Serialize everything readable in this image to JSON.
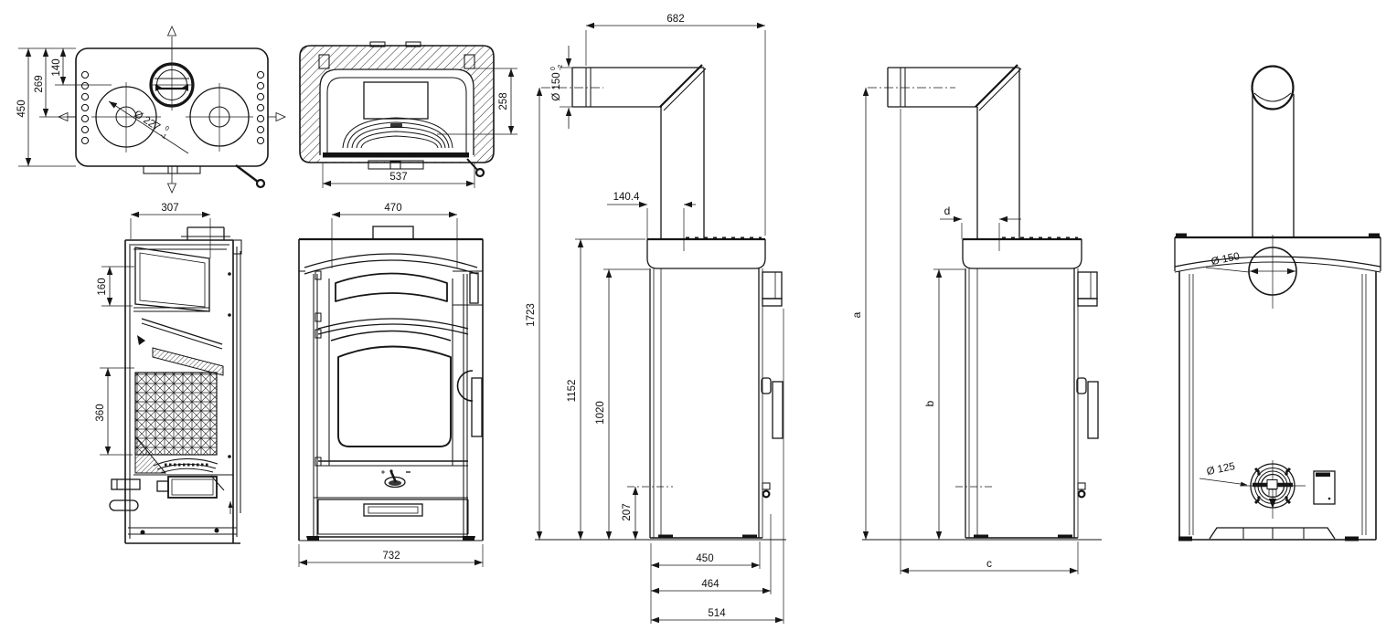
{
  "views": {
    "plan": {
      "dim_450": "450",
      "dim_269": "269",
      "dim_140": "140",
      "dia_227": {
        "label": "Ø 227",
        "tol_upper": "0",
        "tol_lower": "-1"
      }
    },
    "section_horizontal": {
      "dim_537": "537",
      "dim_258": "258"
    },
    "section_vertical": {
      "dim_307": "307",
      "dim_160": "160",
      "dim_360": "360"
    },
    "front": {
      "dim_470": "470",
      "dim_732": "732"
    },
    "side_dimensioned": {
      "dim_682": "682",
      "dia_150": {
        "label": "Ø 150",
        "tol_upper": "0",
        "tol_lower": "-2"
      },
      "dim_140_4": "140.4",
      "dim_1723": "1723",
      "dim_1152": "1152",
      "dim_1020": "1020",
      "dim_207": "207",
      "dim_450": "450",
      "dim_464": "464",
      "dim_514": "514"
    },
    "side_lettered": {
      "dim_a": "a",
      "dim_b": "b",
      "dim_c": "c",
      "dim_d": "d"
    },
    "rear": {
      "dia_150_label": "Ø 150",
      "dia_125_label": "Ø 125"
    }
  }
}
